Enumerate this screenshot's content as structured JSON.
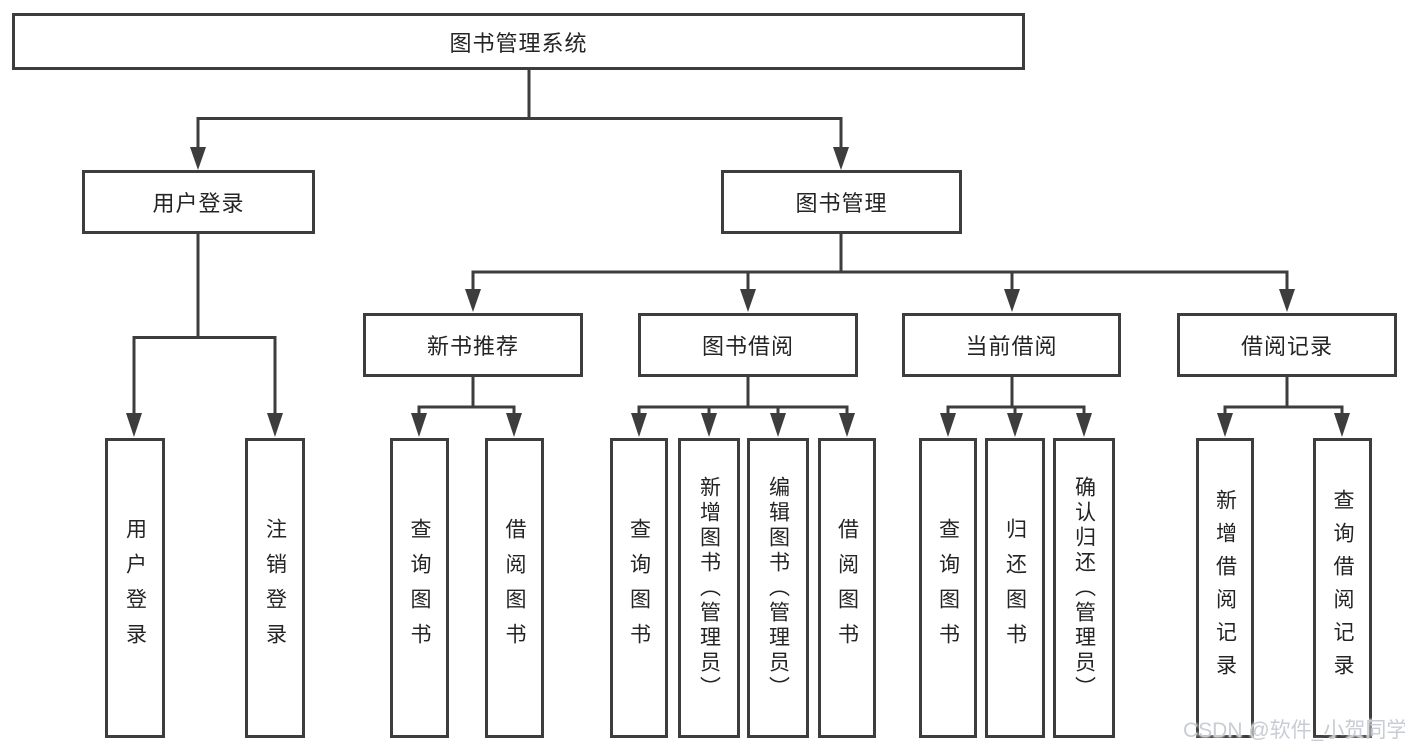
{
  "tree": {
    "label": "图书管理系统",
    "children": [
      {
        "label": "用户登录",
        "children": [
          {
            "label": "用户登录"
          },
          {
            "label": "注销登录"
          }
        ]
      },
      {
        "label": "图书管理",
        "children": [
          {
            "label": "新书推荐",
            "children": [
              {
                "label": "查询图书"
              },
              {
                "label": "借阅图书"
              }
            ]
          },
          {
            "label": "图书借阅",
            "children": [
              {
                "label": "查询图书"
              },
              {
                "label": "新增图书（管理员）"
              },
              {
                "label": "编辑图书（管理员）"
              },
              {
                "label": "借阅图书"
              }
            ]
          },
          {
            "label": "当前借阅",
            "children": [
              {
                "label": "查询图书"
              },
              {
                "label": "归还图书"
              },
              {
                "label": "确认归还（管理员）"
              }
            ]
          },
          {
            "label": "借阅记录",
            "children": [
              {
                "label": "新增借阅记录"
              },
              {
                "label": "查询借阅记录"
              }
            ]
          }
        ]
      }
    ]
  },
  "watermark": {
    "text": "CSDN @软件_小贺同学",
    "color": "#c9ccd4"
  },
  "colors": {
    "line": "#3d3d3d",
    "box_border": "#3d3d3d",
    "text": "#242424",
    "background": "#ffffff"
  }
}
